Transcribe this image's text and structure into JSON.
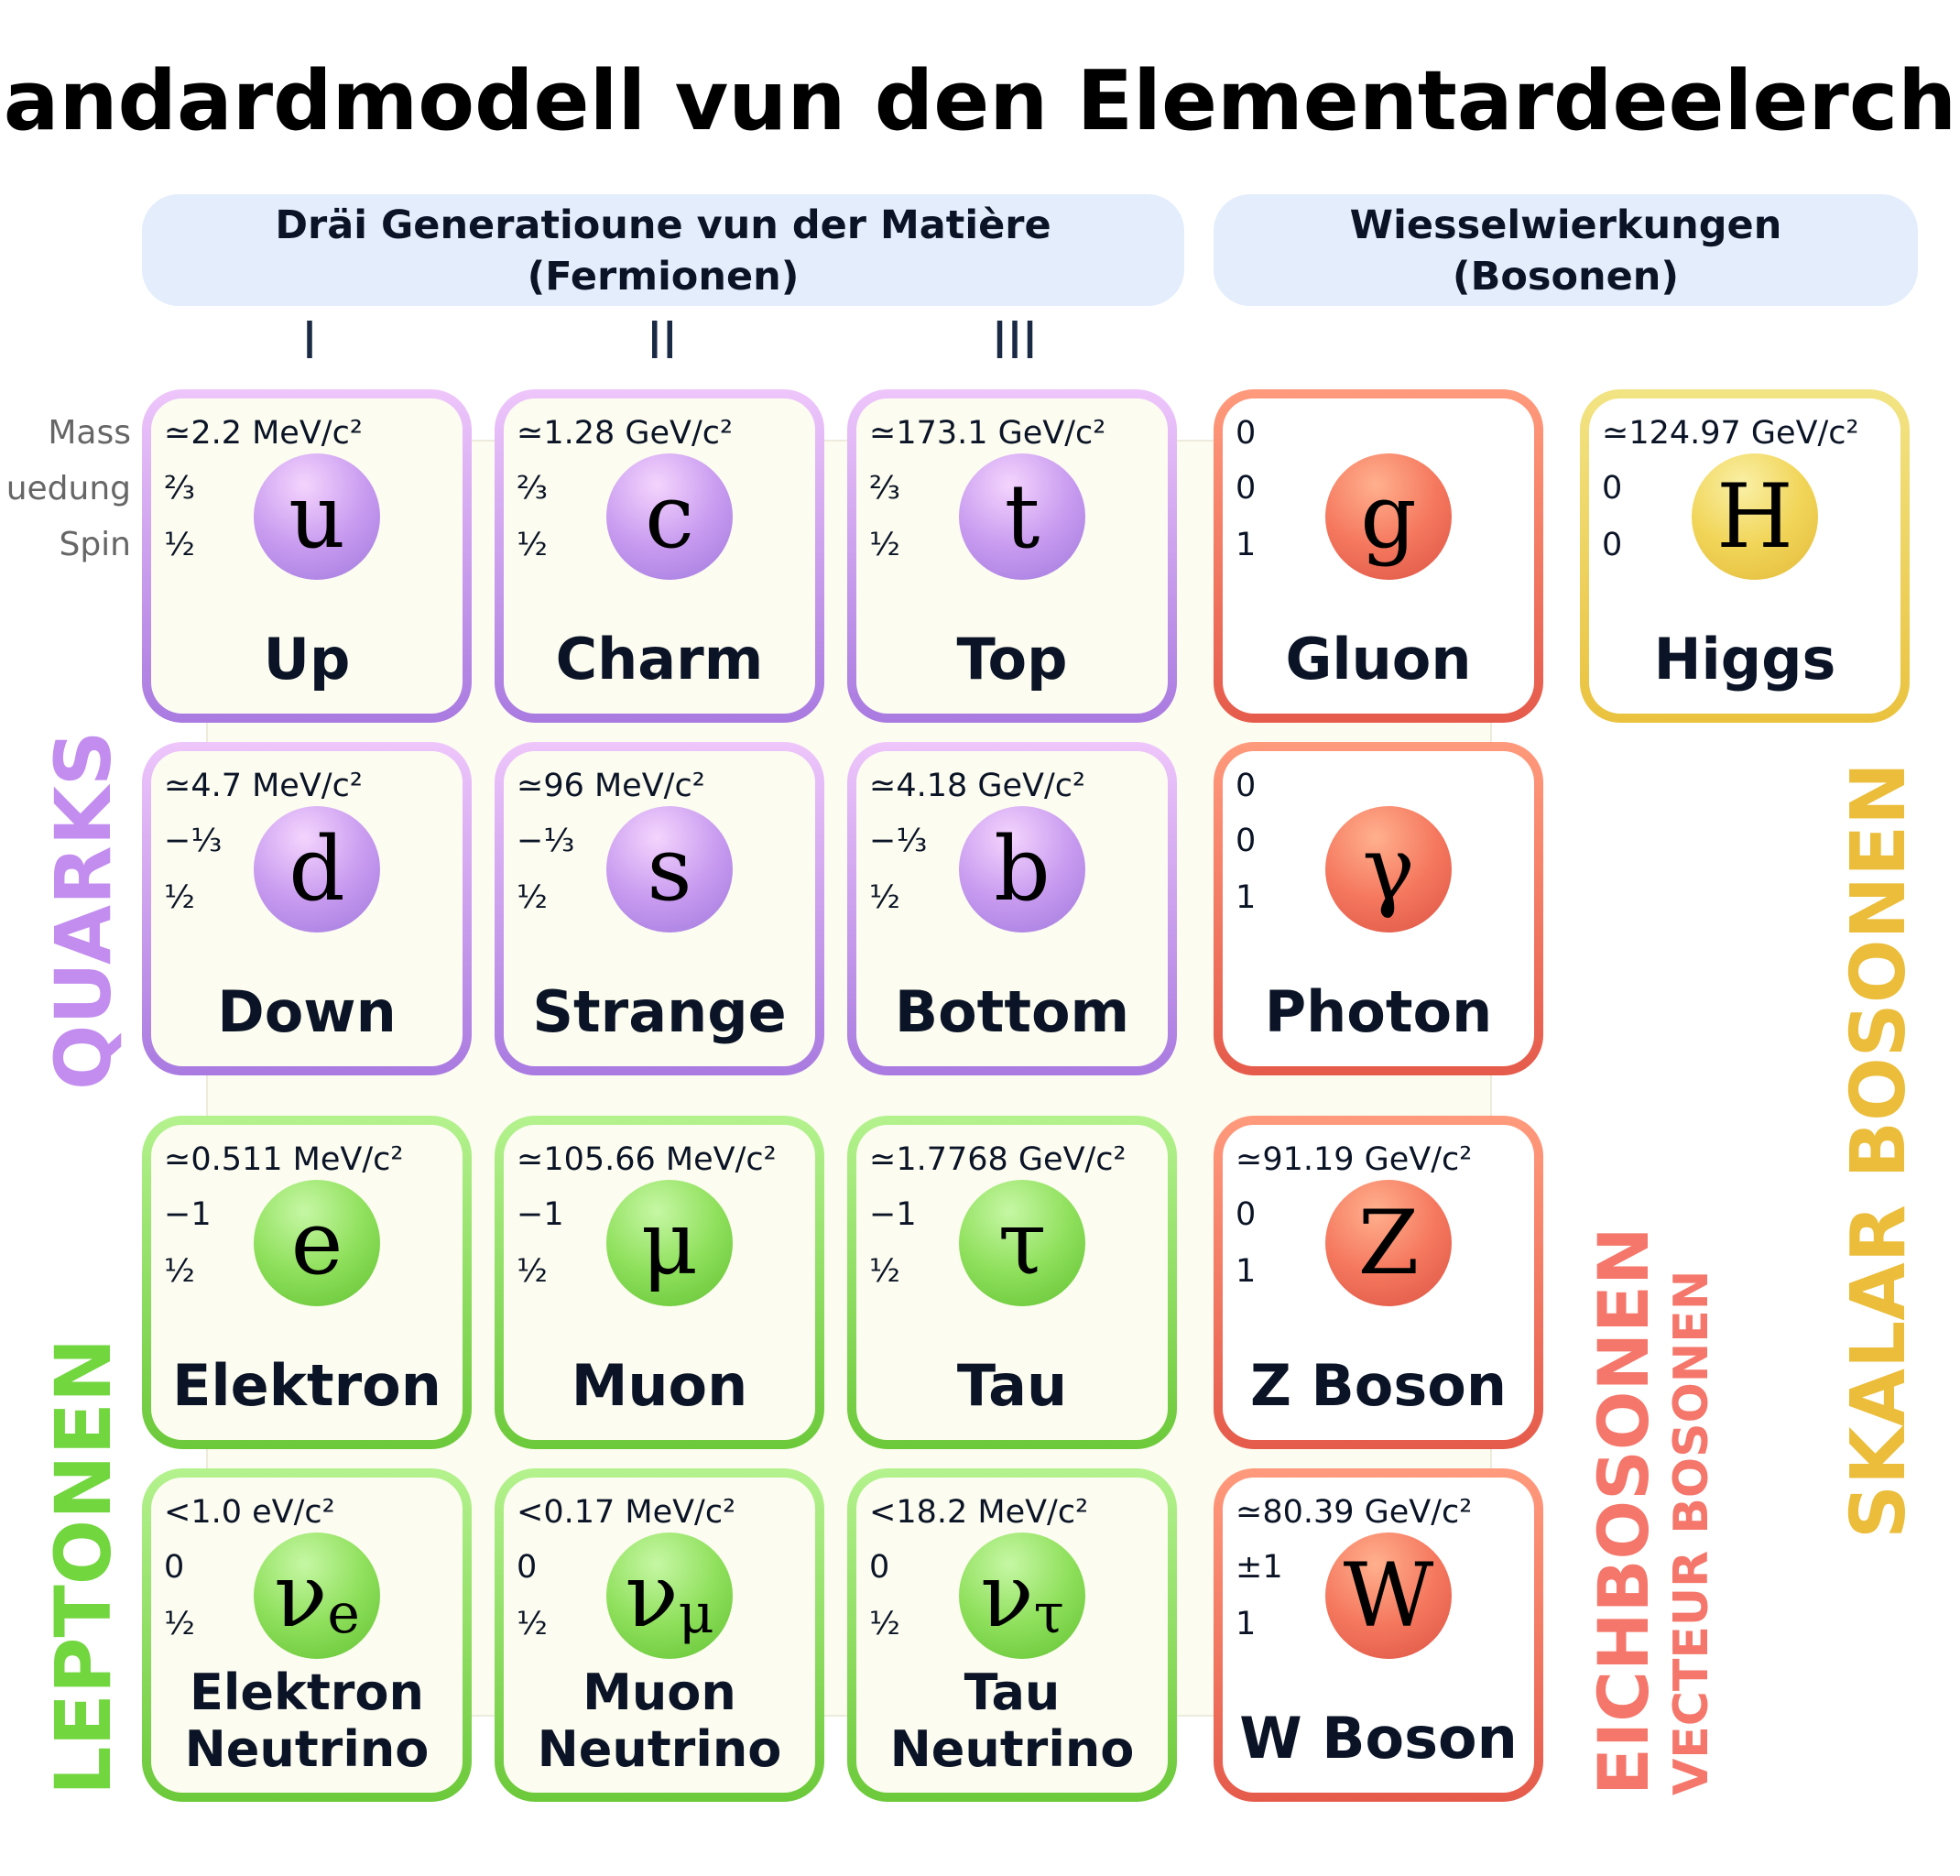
{
  "title": "andardmodell vun den Elementardeelerch",
  "headers": {
    "fermions_line1": "Dräi Generatioune vun der Matière",
    "fermions_line2": "(Fermionen)",
    "bosons_line1": "Wiesselwierkungen",
    "bosons_line2": "(Bosonen)"
  },
  "generations": [
    "I",
    "II",
    "III"
  ],
  "property_labels": {
    "mass": "Mass",
    "charge": "uedung",
    "spin": "Spin"
  },
  "group_labels": {
    "quarks": "QUARKS",
    "leptons": "LEPTONEN",
    "gauge": "EICHBOSONEN",
    "vector": "VECTEUR BOSONEN",
    "scalar": "SKALAR BOSONEN"
  },
  "colors": {
    "quarks": "#c38df0",
    "leptons": "#72d63f",
    "gauge": "#f5766a",
    "scalar": "#ebbd3a",
    "header_bg": "#e3edfc"
  },
  "particles": {
    "up": {
      "mass": "≃2.2 MeV/c²",
      "charge": "⅔",
      "spin": "½",
      "symbol": "u",
      "name": "Up"
    },
    "charm": {
      "mass": "≃1.28 GeV/c²",
      "charge": "⅔",
      "spin": "½",
      "symbol": "c",
      "name": "Charm"
    },
    "top": {
      "mass": "≃173.1 GeV/c²",
      "charge": "⅔",
      "spin": "½",
      "symbol": "t",
      "name": "Top"
    },
    "gluon": {
      "mass": "0",
      "charge": "0",
      "spin": "1",
      "symbol": "g",
      "name": "Gluon"
    },
    "higgs": {
      "mass": "≃124.97 GeV/c²",
      "charge": "0",
      "spin": "0",
      "symbol": "H",
      "name": "Higgs"
    },
    "down": {
      "mass": "≃4.7 MeV/c²",
      "charge": "−⅓",
      "spin": "½",
      "symbol": "d",
      "name": "Down"
    },
    "strange": {
      "mass": "≃96 MeV/c²",
      "charge": "−⅓",
      "spin": "½",
      "symbol": "s",
      "name": "Strange"
    },
    "bottom": {
      "mass": "≃4.18 GeV/c²",
      "charge": "−⅓",
      "spin": "½",
      "symbol": "b",
      "name": "Bottom"
    },
    "photon": {
      "mass": "0",
      "charge": "0",
      "spin": "1",
      "symbol": "γ",
      "name": "Photon"
    },
    "electron": {
      "mass": "≃0.511 MeV/c²",
      "charge": "−1",
      "spin": "½",
      "symbol": "e",
      "name": "Elektron"
    },
    "muon": {
      "mass": "≃105.66 MeV/c²",
      "charge": "−1",
      "spin": "½",
      "symbol": "μ",
      "name": "Muon"
    },
    "tau": {
      "mass": "≃1.7768 GeV/c²",
      "charge": "−1",
      "spin": "½",
      "symbol": "τ",
      "name": "Tau"
    },
    "zboson": {
      "mass": "≃91.19 GeV/c²",
      "charge": "0",
      "spin": "1",
      "symbol": "Z",
      "name": "Z Boson"
    },
    "nu_e": {
      "mass": "<1.0 eV/c²",
      "charge": "0",
      "spin": "½",
      "symbol": "ν",
      "sub": "e",
      "name1": "Elektron",
      "name2": "Neutrino"
    },
    "nu_mu": {
      "mass": "<0.17 MeV/c²",
      "charge": "0",
      "spin": "½",
      "symbol": "ν",
      "sub": "μ",
      "name1": "Muon",
      "name2": "Neutrino"
    },
    "nu_tau": {
      "mass": "<18.2 MeV/c²",
      "charge": "0",
      "spin": "½",
      "symbol": "ν",
      "sub": "τ",
      "name1": "Tau",
      "name2": "Neutrino"
    },
    "wboson": {
      "mass": "≃80.39 GeV/c²",
      "charge": "±1",
      "spin": "1",
      "symbol": "W",
      "name": "W Boson"
    }
  }
}
